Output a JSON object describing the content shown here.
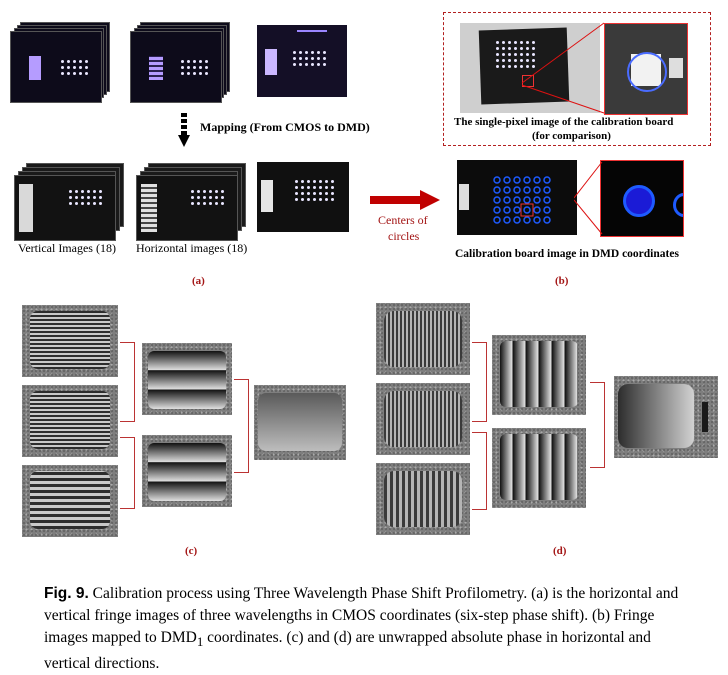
{
  "labels": {
    "mapping": "Mapping (From CMOS to DMD)",
    "vertical_images": "Vertical Images (18)",
    "horizontal_images": "Horizontal images (18)",
    "centers_of": "Centers of",
    "circles": "circles",
    "single_pixel_line1": "The single-pixel image of the calibration board",
    "single_pixel_line2": "(for comparison)",
    "calib_dmd": "Calibration board image in DMD coordinates",
    "a": "(a)",
    "b": "(b)",
    "c": "(c)",
    "d": "(d)"
  },
  "caption": {
    "fig_label": "Fig. 9.",
    "text_before_sub": "Calibration process using Three Wavelength Phase Shift Profilometry. (a) is the horizontal and vertical fringe images of three wavelengths in CMOS coordinates (six-step phase shift). (b) Fringe images mapped to DMD",
    "subscript": "1",
    "text_after_sub": " coordinates. (c) and (d) are unwrapped absolute phase in horizontal and vertical directions."
  },
  "colors": {
    "accent_red": "#a31515",
    "arrow_red": "#c00000",
    "blue_circles": "#1e5bff"
  }
}
